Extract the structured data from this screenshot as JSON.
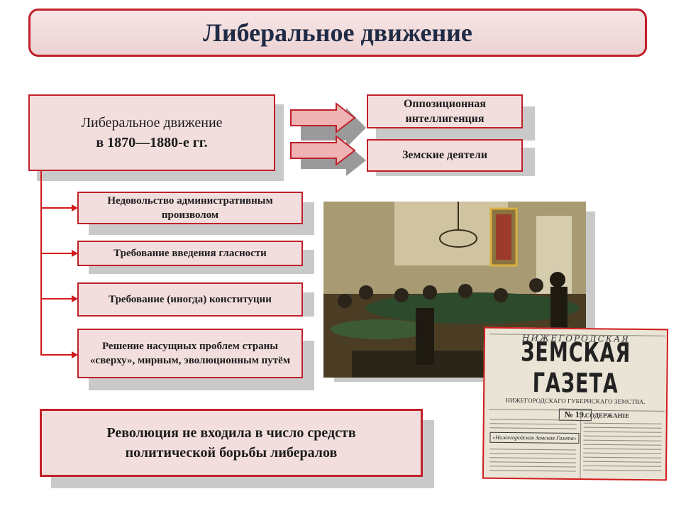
{
  "title": "Либеральное движение",
  "main_box": {
    "line1": "Либеральное движение",
    "line2": "в 1870—1880-е гг."
  },
  "groups": [
    {
      "label": "Оппозиционная интеллигенция"
    },
    {
      "label": "Земские деятели"
    }
  ],
  "features": [
    {
      "label": "Недовольство административным произволом"
    },
    {
      "label": "Требование введения гласности"
    },
    {
      "label": "Требование (иногда) конституции"
    },
    {
      "label": "Решение насущных проблем страны «сверху», мирным, эволюционным путём"
    }
  ],
  "conclusion": {
    "line1": "Революция не входила в число средств",
    "line2": "политической борьбы либералов"
  },
  "newspaper": {
    "masthead_small": "НИЖЕГОРОДСКАЯ",
    "masthead": "ЗЕМСКАЯ ГАЗЕТА",
    "subtitle": "НИЖЕГОРОДСКАГО ГУБЕРНСКАГО ЗЕМСТВА.",
    "issue": "№ 19.",
    "contents_heading": "СОДЕРЖАНІЕ",
    "inset_title": "«Нижегородская Земская Газета»"
  },
  "colors": {
    "accent": "#c0202a",
    "box_fill": "#f3dede",
    "title_text": "#1f2b45"
  }
}
